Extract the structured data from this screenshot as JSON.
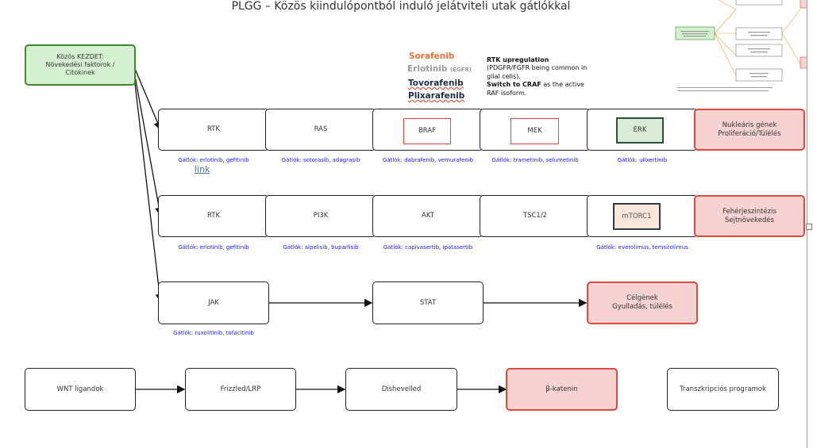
{
  "title": "PLGG – Közös kiindulópontból induló jelátviteli utak gátlókkal",
  "start": "Közös KEZDET:\nNövekedési faktorok /\nCitokinek",
  "link_text": "link",
  "drugs": {
    "sorafenib": "Sorafenib",
    "erlotinib": "Erlotinib",
    "erlotinib_tag": "(EGFR)",
    "tovorafenib": "Tovorafenib",
    "plixarafenib": "Plixarafenib"
  },
  "note": {
    "line1": "RTK upregulation",
    "line2": "(PDGFR/FGFR being common in glial cells).",
    "line3": "Switch to CRAF",
    "line4": " as the active RAF isoform."
  },
  "pathway1": {
    "rtk": "RTK",
    "ras": "RAS",
    "braf": "BRAF",
    "mek": "MEK",
    "erk": "ERK",
    "target": "Nukleáris gének\nProliferáció/Túlélés",
    "inh_rtk": "Gátlók: erlotinib, gefitinib",
    "inh_ras": "Gátlók: sotorasib, adagrasib",
    "inh_braf": "Gátlók: dabrafenib, vemurafenib",
    "inh_mek": "Gátlók: trametinib, selumetinib",
    "inh_erk": "Gátlók: ulixertinib"
  },
  "pathway2": {
    "rtk": "RTK",
    "pi3k": "PI3K",
    "akt": "AKT",
    "tsc": "TSC1/2",
    "mtorc1": "mTORC1",
    "target": "Fehérjeszintézis\nSejtnövekedés",
    "inh_rtk": "Gátlók: erlotinib, gefitinib",
    "inh_pi3k": "Gátlók: alpelisib, buparlisib",
    "inh_akt": "Gátlók: capivasertib, ipatasertib",
    "inh_mtor": "Gátlók: everolimus, temsirolimus"
  },
  "pathway3": {
    "jak": "JAK",
    "stat": "STAT",
    "target": "Célgének\nGyulladás, túlélés",
    "inh_jak": "Gátlók: ruxolitinib, tofacitinib"
  },
  "pathway4": {
    "wnt": "WNT ligandok",
    "frizzled": "Frizzled/LRP",
    "dishevelled": "Dishevelled",
    "bcat": "β-katenin",
    "transcription": "Transzkripciós programok"
  },
  "colors": {
    "start_fill": "#d5f0d0",
    "start_border": "#3a8a2a",
    "target_fill": "#f6d2d2",
    "target_border": "#e04a3c",
    "inhibitor_text": "#1a1aff",
    "sorafenib": "#e8703a"
  }
}
